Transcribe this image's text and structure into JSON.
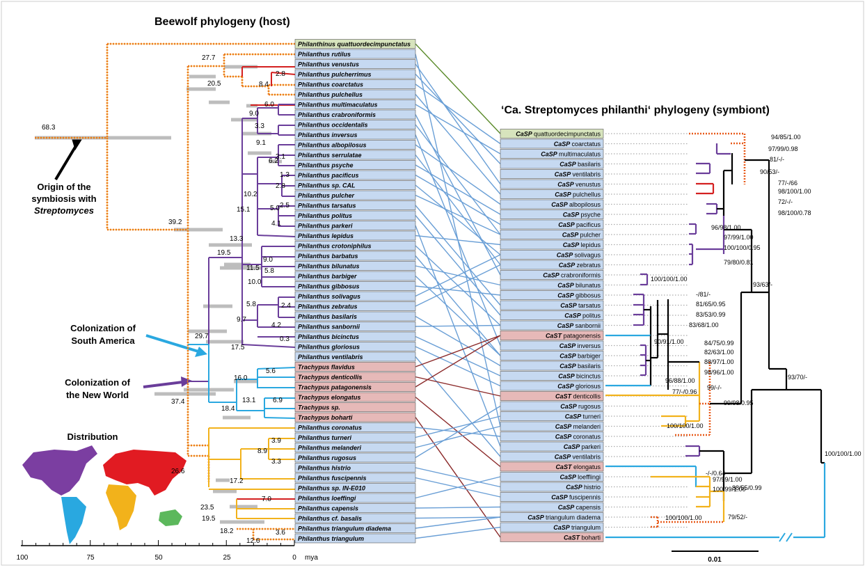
{
  "host_title": "Beewolf phylogeny (host)",
  "symb_title_prefix": "‘Ca.",
  "symb_title_rest": "Streptomyces philanthi‘ phylogeny (symbiont)",
  "distribution_title": "Distribution",
  "origin_note": {
    "line1": "Origin of the",
    "line2": "symbiosis with",
    "line3": "Streptomyces"
  },
  "south_america_note": {
    "line1": "Colonization of",
    "line2": "South America"
  },
  "new_world_note": {
    "line1": "Colonization of",
    "line2": "the New World"
  },
  "time_axis": {
    "ticks": [
      "100",
      "75",
      "50",
      "25",
      "0"
    ],
    "unit": "mya"
  },
  "scale_bar_label": "0.01",
  "colors": {
    "origin_dotted": "#e85a1a",
    "purple": "#6a3d9a",
    "blue": "#2aa8e0",
    "red": "#d42020",
    "yellow": "#f2b21b",
    "green_box": "#d7e4bd",
    "blue_box": "#c6d9f1",
    "red_box": "#e6b9b8",
    "link_blue": "#6a9fd6",
    "link_red": "#8b2a2a",
    "link_green": "#5a8a2a"
  },
  "host_taxa": [
    {
      "name": "Philanthinus quattuordecimpunctatus",
      "box": "green"
    },
    {
      "name": "Philanthus rutilus",
      "box": "blue"
    },
    {
      "name": "Philanthus venustus",
      "box": "blue"
    },
    {
      "name": "Philanthus pulcherrimus",
      "box": "blue"
    },
    {
      "name": "Philanthus coarctatus",
      "box": "blue"
    },
    {
      "name": "Philanthus pulchellus",
      "box": "blue"
    },
    {
      "name": "Philanthus multimaculatus",
      "box": "blue"
    },
    {
      "name": "Philanthus crabroniformis",
      "box": "blue"
    },
    {
      "name": "Philanthus occidentalis",
      "box": "blue"
    },
    {
      "name": "Philanthus inversus",
      "box": "blue"
    },
    {
      "name": "Philanthus albopilosus",
      "box": "blue"
    },
    {
      "name": "Philanthus serrulatae",
      "box": "blue"
    },
    {
      "name": "Philanthus psyche",
      "box": "blue"
    },
    {
      "name": "Philanthus pacificus",
      "box": "blue"
    },
    {
      "name": "Philanthus sp. CAL",
      "box": "blue"
    },
    {
      "name": "Philanthus pulcher",
      "box": "blue"
    },
    {
      "name": "Philanthus tarsatus",
      "box": "blue"
    },
    {
      "name": "Philanthus politus",
      "box": "blue"
    },
    {
      "name": "Philanthus parkeri",
      "box": "blue"
    },
    {
      "name": "Philanthus lepidus",
      "box": "blue"
    },
    {
      "name": "Philanthus crotoniphilus",
      "box": "blue"
    },
    {
      "name": "Philanthus barbatus",
      "box": "blue"
    },
    {
      "name": "Philanthus bilunatus",
      "box": "blue"
    },
    {
      "name": "Philanthus barbiger",
      "box": "blue"
    },
    {
      "name": "Philanthus gibbosus",
      "box": "blue"
    },
    {
      "name": "Philanthus solivagus",
      "box": "blue"
    },
    {
      "name": "Philanthus zebratus",
      "box": "blue"
    },
    {
      "name": "Philanthus basilaris",
      "box": "blue"
    },
    {
      "name": "Philanthus sanbornii",
      "box": "blue"
    },
    {
      "name": "Philanthus bicinctus",
      "box": "blue"
    },
    {
      "name": "Philanthus gloriosus",
      "box": "blue"
    },
    {
      "name": "Philanthus ventilabris",
      "box": "blue"
    },
    {
      "name": "Trachypus flavidus",
      "box": "red"
    },
    {
      "name": "Trachypus denticollis",
      "box": "red"
    },
    {
      "name": "Trachypus patagonensis",
      "box": "red"
    },
    {
      "name": "Trachypus elongatus",
      "box": "red"
    },
    {
      "name": "Trachypus sp.",
      "box": "red"
    },
    {
      "name": "Trachypus boharti",
      "box": "red"
    },
    {
      "name": "Philanthus coronatus",
      "box": "blue"
    },
    {
      "name": "Philanthus turneri",
      "box": "blue"
    },
    {
      "name": "Philanthus melanderi",
      "box": "blue"
    },
    {
      "name": "Philanthus rugosus",
      "box": "blue"
    },
    {
      "name": "Philanthus histrio",
      "box": "blue"
    },
    {
      "name": "Philanthus fuscipennis",
      "box": "blue"
    },
    {
      "name": "Philanthus sp. IN-E010",
      "box": "blue"
    },
    {
      "name": "Philanthus loeffingi",
      "box": "blue"
    },
    {
      "name": "Philanthus capensis",
      "box": "blue"
    },
    {
      "name": "Philanthus cf. basalis",
      "box": "blue"
    },
    {
      "name": "Philanthus triangulum diadema",
      "box": "blue"
    },
    {
      "name": "Philanthus triangulum",
      "box": "blue"
    }
  ],
  "symbiont_taxa": [
    {
      "prefix": "CaSP",
      "name": "quattuordecimpunctatus",
      "box": "green"
    },
    {
      "prefix": "CaSP",
      "name": "coarctatus",
      "box": "blue"
    },
    {
      "prefix": "CaSP",
      "name": "multimaculatus",
      "box": "blue"
    },
    {
      "prefix": "CaSP",
      "name": "basilaris",
      "box": "blue"
    },
    {
      "prefix": "CaSP",
      "name": "ventilabris",
      "box": "blue"
    },
    {
      "prefix": "CaSP",
      "name": "venustus",
      "box": "blue"
    },
    {
      "prefix": "CaSP",
      "name": "pulchellus",
      "box": "blue"
    },
    {
      "prefix": "CaSP",
      "name": "albopilosus",
      "box": "blue"
    },
    {
      "prefix": "CaSP",
      "name": "psyche",
      "box": "blue"
    },
    {
      "prefix": "CaSP",
      "name": "pacificus",
      "box": "blue"
    },
    {
      "prefix": "CaSP",
      "name": "pulcher",
      "box": "blue"
    },
    {
      "prefix": "CaSP",
      "name": "lepidus",
      "box": "blue"
    },
    {
      "prefix": "CaSP",
      "name": "solivagus",
      "box": "blue"
    },
    {
      "prefix": "CaSP",
      "name": "zebratus",
      "box": "blue"
    },
    {
      "prefix": "CaSP",
      "name": "crabroniformis",
      "box": "blue"
    },
    {
      "prefix": "CaSP",
      "name": "bilunatus",
      "box": "blue"
    },
    {
      "prefix": "CaSP",
      "name": "gibbosus",
      "box": "blue"
    },
    {
      "prefix": "CaSP",
      "name": "tarsatus",
      "box": "blue"
    },
    {
      "prefix": "CaSP",
      "name": "politus",
      "box": "blue"
    },
    {
      "prefix": "CaSP",
      "name": "sanbornii",
      "box": "blue"
    },
    {
      "prefix": "CaST",
      "name": "patagonensis",
      "box": "red"
    },
    {
      "prefix": "CaSP",
      "name": "inversus",
      "box": "blue"
    },
    {
      "prefix": "CaSP",
      "name": "barbiger",
      "box": "blue"
    },
    {
      "prefix": "CaSP",
      "name": "basilaris",
      "box": "blue"
    },
    {
      "prefix": "CaSP",
      "name": "bicinctus",
      "box": "blue"
    },
    {
      "prefix": "CaSP",
      "name": "gloriosus",
      "box": "blue"
    },
    {
      "prefix": "CaST",
      "name": "denticollis",
      "box": "red"
    },
    {
      "prefix": "CaSP",
      "name": "rugosus",
      "box": "blue"
    },
    {
      "prefix": "CaSP",
      "name": "turneri",
      "box": "blue"
    },
    {
      "prefix": "CaSP",
      "name": "melanderi",
      "box": "blue"
    },
    {
      "prefix": "CaSP",
      "name": "coronatus",
      "box": "blue"
    },
    {
      "prefix": "CaSP",
      "name": "parkeri",
      "box": "blue"
    },
    {
      "prefix": "CaSP",
      "name": "ventilabris",
      "box": "blue"
    },
    {
      "prefix": "CaST",
      "name": "elongatus",
      "box": "red"
    },
    {
      "prefix": "CaSP",
      "name": "loefflingi",
      "box": "blue"
    },
    {
      "prefix": "CaSP",
      "name": "histrio",
      "box": "blue"
    },
    {
      "prefix": "CaSP",
      "name": "fuscipennis",
      "box": "blue"
    },
    {
      "prefix": "CaSP",
      "name": "capensis",
      "box": "blue"
    },
    {
      "prefix": "CaSP",
      "name": "triangulum diadema",
      "box": "blue"
    },
    {
      "prefix": "CaSP",
      "name": "triangulum",
      "box": "blue"
    },
    {
      "prefix": "CaST",
      "name": "boharti",
      "box": "red"
    }
  ],
  "host_node_ages": [
    "68.3",
    "39.2",
    "27.7",
    "20.5",
    "2.8",
    "8.4",
    "6.0",
    "9.0",
    "3.3",
    "9.1",
    "3.1",
    "6.2",
    "1.3",
    "2.8",
    "10.2",
    "15.1",
    "5.0",
    "2.5",
    "4.1",
    "13.3",
    "19.5",
    "9.0",
    "11.5",
    "5.8",
    "10.0",
    "5.8",
    "2.4",
    "9.7",
    "4.2",
    "0.3",
    "17.5",
    "29.7",
    "37.4",
    "5.6",
    "16.0",
    "13.1",
    "6.9",
    "18.4",
    "26.6",
    "3.9",
    "8.9",
    "3.3",
    "17.2",
    "23.5",
    "19.5",
    "7.0",
    "18.2",
    "12.6",
    "3.6"
  ],
  "symbiont_supports": [
    "94/85/1.00",
    "97/99/0.98",
    "81/-/-",
    "90/53/-",
    "77/-/66",
    "98/100/1.00",
    "72/-/-",
    "98/100/0.78",
    "96/98/1.00",
    "97/99/1.00",
    "100/100/0.95",
    "79/80/0.81",
    "100/100/1.00",
    "-/81/-",
    "81/65/0.95",
    "83/53/0.99",
    "83/68/1.00",
    "84/75/0.99",
    "82/63/1.00",
    "88/97/1.00",
    "90/91/1.00",
    "98/96/1.00",
    "96/88/1.00",
    "77/-/0.96",
    "99/-/-",
    "100/100/1.00",
    "93/63/-",
    "99/98/0.95",
    "93/70/-",
    "100/100/1.00",
    "-/-/0.64",
    "97/99/1.00",
    "100/99/1.00",
    "88/55/0.99",
    "100/100/1.00",
    "79/52/-",
    "100/100/1.00"
  ],
  "links": [
    [
      0,
      0,
      "green"
    ],
    [
      1,
      29,
      "blue"
    ],
    [
      2,
      5,
      "blue"
    ],
    [
      3,
      3,
      "blue"
    ],
    [
      4,
      1,
      "blue"
    ],
    [
      5,
      6,
      "blue"
    ],
    [
      6,
      2,
      "blue"
    ],
    [
      7,
      14,
      "blue"
    ],
    [
      8,
      10,
      "blue"
    ],
    [
      9,
      21,
      "blue"
    ],
    [
      10,
      7,
      "blue"
    ],
    [
      11,
      13,
      "blue"
    ],
    [
      12,
      8,
      "blue"
    ],
    [
      13,
      9,
      "blue"
    ],
    [
      14,
      12,
      "blue"
    ],
    [
      15,
      10,
      "blue"
    ],
    [
      16,
      17,
      "blue"
    ],
    [
      17,
      18,
      "blue"
    ],
    [
      18,
      31,
      "blue"
    ],
    [
      19,
      11,
      "blue"
    ],
    [
      20,
      19,
      "blue"
    ],
    [
      21,
      22,
      "blue"
    ],
    [
      22,
      15,
      "blue"
    ],
    [
      23,
      22,
      "blue"
    ],
    [
      24,
      16,
      "blue"
    ],
    [
      25,
      12,
      "blue"
    ],
    [
      26,
      13,
      "blue"
    ],
    [
      27,
      23,
      "blue"
    ],
    [
      28,
      19,
      "blue"
    ],
    [
      29,
      24,
      "blue"
    ],
    [
      30,
      25,
      "blue"
    ],
    [
      31,
      32,
      "blue"
    ],
    [
      32,
      20,
      "red"
    ],
    [
      33,
      26,
      "red"
    ],
    [
      34,
      20,
      "red"
    ],
    [
      35,
      33,
      "red"
    ],
    [
      37,
      40,
      "red"
    ],
    [
      38,
      30,
      "blue"
    ],
    [
      39,
      28,
      "blue"
    ],
    [
      40,
      29,
      "blue"
    ],
    [
      41,
      27,
      "blue"
    ],
    [
      42,
      35,
      "blue"
    ],
    [
      43,
      36,
      "blue"
    ],
    [
      45,
      34,
      "blue"
    ],
    [
      46,
      37,
      "blue"
    ],
    [
      47,
      38,
      "blue"
    ],
    [
      48,
      38,
      "blue"
    ],
    [
      49,
      39,
      "blue"
    ]
  ]
}
